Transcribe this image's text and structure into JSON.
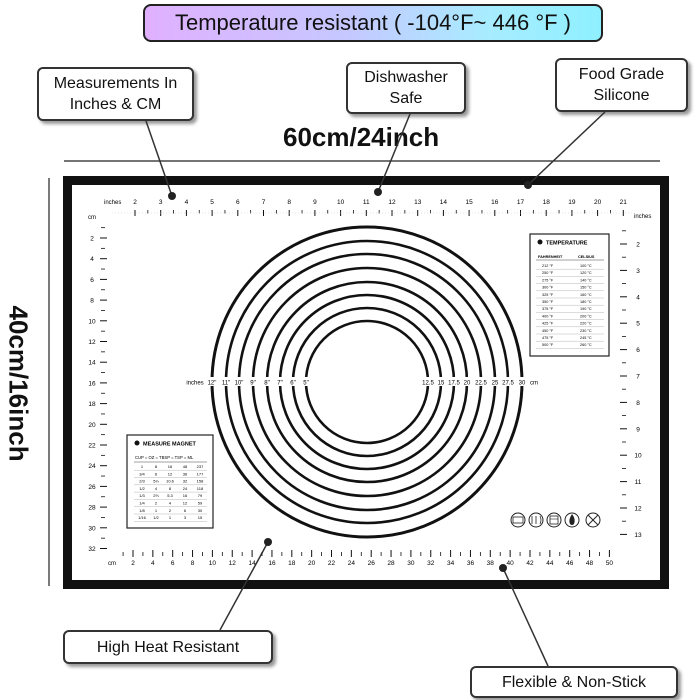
{
  "banner": {
    "text": "Temperature resistant ( -104°F~ 446 °F )"
  },
  "callouts": {
    "measurements": {
      "line1": "Measurements In",
      "line2": "Inches & CM"
    },
    "dishwasher": {
      "line1": "Dishwasher",
      "line2": "Safe"
    },
    "food_grade": {
      "line1": "Food Grade",
      "line2": "Silicone"
    },
    "high_heat": {
      "text": "High Heat Resistant"
    },
    "flexible": {
      "text": "Flexible & Non-Stick"
    }
  },
  "dimensions": {
    "width": "60cm/24inch",
    "height": "40cm/16inch"
  },
  "mat": {
    "top_ruler": {
      "unit": "inches",
      "labels": [
        "2",
        "3",
        "4",
        "5",
        "6",
        "7",
        "8",
        "9",
        "10",
        "11",
        "12",
        "13",
        "14",
        "15",
        "16",
        "17",
        "18",
        "19",
        "20",
        "21"
      ]
    },
    "right_ruler": {
      "unit": "inches",
      "labels": [
        "2",
        "3",
        "4",
        "5",
        "6",
        "7",
        "8",
        "9",
        "10",
        "11",
        "12",
        "13"
      ]
    },
    "left_ruler": {
      "unit": "cm",
      "labels": [
        "2",
        "4",
        "6",
        "8",
        "10",
        "12",
        "14",
        "16",
        "18",
        "20",
        "22",
        "24",
        "26",
        "28",
        "30",
        "32"
      ]
    },
    "bottom_ruler": {
      "unit": "cm",
      "labels": [
        "2",
        "4",
        "6",
        "8",
        "10",
        "12",
        "14",
        "16",
        "18",
        "20",
        "22",
        "24",
        "26",
        "28",
        "30",
        "32",
        "34",
        "36",
        "38",
        "40",
        "42",
        "44",
        "46",
        "48",
        "50"
      ]
    },
    "circles": {
      "left_unit": "inches",
      "left_labels": [
        "12\"",
        "11\"",
        "10\"",
        "9\"",
        "8\"",
        "7\"",
        "6\"",
        "5\""
      ],
      "right_labels": [
        "12.5",
        "15",
        "17.5",
        "20",
        "22.5",
        "25",
        "27.5",
        "30"
      ],
      "right_unit": "cm"
    },
    "temperature_table": {
      "title": "TEMPERATURE",
      "headers": [
        "FAHRENHEIT",
        "CELSIUS"
      ],
      "rows": [
        [
          "212 °F",
          "100 °C"
        ],
        [
          "250 °F",
          "120 °C"
        ],
        [
          "275 °F",
          "140 °C"
        ],
        [
          "300 °F",
          "150 °C"
        ],
        [
          "325 °F",
          "160 °C"
        ],
        [
          "350 °F",
          "180 °C"
        ],
        [
          "375 °F",
          "190 °C"
        ],
        [
          "400 °F",
          "200 °C"
        ],
        [
          "425 °F",
          "220 °C"
        ],
        [
          "450 °F",
          "230 °C"
        ],
        [
          "475 °F",
          "245 °C"
        ],
        [
          "500 °F",
          "260 °C"
        ]
      ]
    },
    "measure_table": {
      "title": "MEASURE MAGNET",
      "header": "CUP = OZ = TBSP = TSP = ML",
      "rows": [
        [
          "1",
          "8",
          "16",
          "48",
          "237"
        ],
        [
          "3/4",
          "6",
          "12",
          "36",
          "177"
        ],
        [
          "2/3",
          "5⅓",
          "10.6",
          "32",
          "158"
        ],
        [
          "1/2",
          "4",
          "8",
          "24",
          "118"
        ],
        [
          "1/3",
          "2⅔",
          "5.3",
          "16",
          "79"
        ],
        [
          "1/4",
          "2",
          "4",
          "12",
          "59"
        ],
        [
          "1/8",
          "1",
          "2",
          "6",
          "30"
        ],
        [
          "1/16",
          "1/2",
          "1",
          "3",
          "15"
        ]
      ]
    },
    "feature_icons": [
      "bpa-free-icon",
      "food-safe-icon",
      "dishwasher-icon",
      "heat-resistant-icon",
      "no-knife-icon"
    ],
    "colors": {
      "mat_border": "#111111",
      "mat_fill": "#ffffff"
    }
  }
}
